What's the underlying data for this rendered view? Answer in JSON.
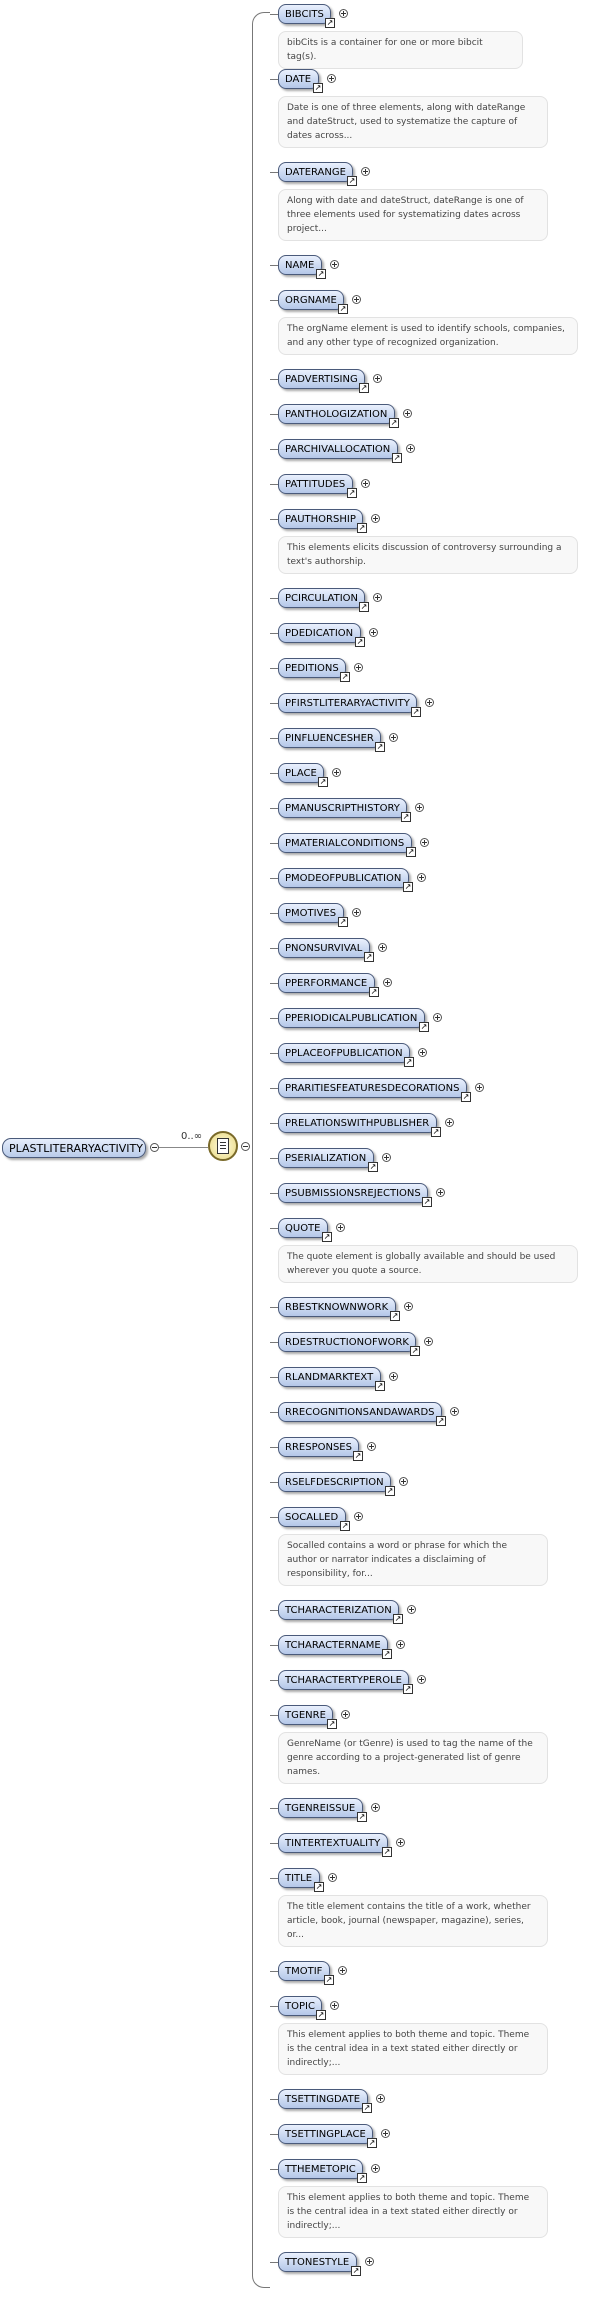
{
  "root": {
    "label": "PLASTLITERARYACTIVITY"
  },
  "multiplicity": "0..∞",
  "elements": [
    {
      "label": "BIBCITS",
      "doc": "bibCits is a container for one or more bibcit tag(s)."
    },
    {
      "label": "DATE",
      "doc": "Date is one of three elements, along with dateRange and dateStruct, used to systematize the capture of dates across..."
    },
    {
      "label": "DATERANGE",
      "doc": "Along with date and dateStruct, dateRange is one of three elements used for systematizing dates across project..."
    },
    {
      "label": "NAME",
      "doc": ""
    },
    {
      "label": "ORGNAME",
      "doc": "The orgName element is used to identify schools, companies, and any other type of recognized organization."
    },
    {
      "label": "PADVERTISING",
      "doc": ""
    },
    {
      "label": "PANTHOLOGIZATION",
      "doc": ""
    },
    {
      "label": "PARCHIVALLOCATION",
      "doc": ""
    },
    {
      "label": "PATTITUDES",
      "doc": ""
    },
    {
      "label": "PAUTHORSHIP",
      "doc": "This elements elicits discussion of controversy surrounding a text's authorship."
    },
    {
      "label": "PCIRCULATION",
      "doc": ""
    },
    {
      "label": "PDEDICATION",
      "doc": ""
    },
    {
      "label": "PEDITIONS",
      "doc": ""
    },
    {
      "label": "PFIRSTLITERARYACTIVITY",
      "doc": ""
    },
    {
      "label": "PINFLUENCESHER",
      "doc": ""
    },
    {
      "label": "PLACE",
      "doc": ""
    },
    {
      "label": "PMANUSCRIPTHISTORY",
      "doc": ""
    },
    {
      "label": "PMATERIALCONDITIONS",
      "doc": ""
    },
    {
      "label": "PMODEOFPUBLICATION",
      "doc": ""
    },
    {
      "label": "PMOTIVES",
      "doc": ""
    },
    {
      "label": "PNONSURVIVAL",
      "doc": ""
    },
    {
      "label": "PPERFORMANCE",
      "doc": ""
    },
    {
      "label": "PPERIODICALPUBLICATION",
      "doc": ""
    },
    {
      "label": "PPLACEOFPUBLICATION",
      "doc": ""
    },
    {
      "label": "PRARITIESFEATURESDECORATIONS",
      "doc": ""
    },
    {
      "label": "PRELATIONSWITHPUBLISHER",
      "doc": ""
    },
    {
      "label": "PSERIALIZATION",
      "doc": ""
    },
    {
      "label": "PSUBMISSIONSREJECTIONS",
      "doc": ""
    },
    {
      "label": "QUOTE",
      "doc": "The quote element is globally available and should be used wherever you quote a source."
    },
    {
      "label": "RBESTKNOWNWORK",
      "doc": ""
    },
    {
      "label": "RDESTRUCTIONOFWORK",
      "doc": ""
    },
    {
      "label": "RLANDMARKTEXT",
      "doc": ""
    },
    {
      "label": "RRECOGNITIONSANDAWARDS",
      "doc": ""
    },
    {
      "label": "RRESPONSES",
      "doc": ""
    },
    {
      "label": "RSELFDESCRIPTION",
      "doc": ""
    },
    {
      "label": "SOCALLED",
      "doc": "Socalled contains a word or phrase for which the author or narrator indicates a disclaiming of responsibility, for..."
    },
    {
      "label": "TCHARACTERIZATION",
      "doc": ""
    },
    {
      "label": "TCHARACTERNAME",
      "doc": ""
    },
    {
      "label": "TCHARACTERTYPEROLE",
      "doc": ""
    },
    {
      "label": "TGENRE",
      "doc": "GenreName (or tGenre) is used to tag the name of the genre according to a project-generated list of genre names."
    },
    {
      "label": "TGENREISSUE",
      "doc": ""
    },
    {
      "label": "TINTERTEXTUALITY",
      "doc": ""
    },
    {
      "label": "TITLE",
      "doc": "The title element contains the title of a work, whether article, book, journal (newspaper, magazine), series, or..."
    },
    {
      "label": "TMOTIF",
      "doc": ""
    },
    {
      "label": "TOPIC",
      "doc": "This element applies to both theme and topic. Theme is the central idea in a text stated either directly or indirectly;..."
    },
    {
      "label": "TSETTINGDATE",
      "doc": ""
    },
    {
      "label": "TSETTINGPLACE",
      "doc": ""
    },
    {
      "label": "TTHEMETOPIC",
      "doc": "This element applies to both theme and topic. Theme is the central idea in a text stated either directly or indirectly;..."
    },
    {
      "label": "TTONESTYLE",
      "doc": ""
    }
  ]
}
